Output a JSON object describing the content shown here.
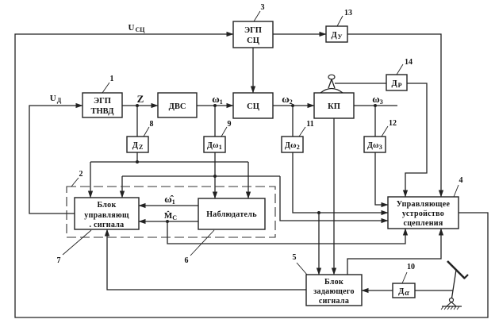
{
  "colors": {
    "line": "#222222",
    "background": "#ffffff"
  },
  "signals": {
    "u_sc": {
      "main": "U",
      "sub": "СЦ"
    },
    "u_d": {
      "main": "U",
      "sub": "Д"
    },
    "z": {
      "main": "Z"
    },
    "omega1": {
      "main": "ω",
      "sub": "1"
    },
    "omega2": {
      "main": "ω",
      "sub": "2"
    },
    "omega3": {
      "main": "ω",
      "sub": "3"
    },
    "omega1_est": {
      "main": "ω̂",
      "sub": "1"
    },
    "mc_est": {
      "main": "M̂",
      "sub": "C"
    }
  },
  "blocks": {
    "egp_tnvd": {
      "number": "1",
      "lines": [
        "ЭГП",
        "ТНВД"
      ]
    },
    "dvs": {
      "label": "ДВС"
    },
    "egp_sc": {
      "number": "3",
      "lines": [
        "ЭГП",
        "СЦ"
      ]
    },
    "sc": {
      "label": "СЦ"
    },
    "kp": {
      "label": "КП"
    },
    "control_signal": {
      "number": "7",
      "lines": [
        "Блок",
        "управляющ",
        ". сигнала"
      ]
    },
    "observer": {
      "number": "6",
      "label": "Наблюдатель"
    },
    "clutch_controller": {
      "number": "4",
      "lines": [
        "Управляющее",
        "устройство",
        "сцепления"
      ]
    },
    "reference_signal": {
      "number": "5",
      "lines": [
        "Блок",
        "задающего",
        "сигнала"
      ]
    }
  },
  "group": {
    "number": "2"
  },
  "sensors": {
    "dz": {
      "number": "8",
      "main": "Д",
      "sub": "Z"
    },
    "dw1": {
      "number": "9",
      "main": "Дω",
      "sub": "1"
    },
    "dw2": {
      "number": "11",
      "main": "Дω",
      "sub": "2"
    },
    "dw3": {
      "number": "12",
      "main": "Дω",
      "sub": "3"
    },
    "dy": {
      "number": "13",
      "main": "Д",
      "sub": "У"
    },
    "dr": {
      "number": "14",
      "main": "Д",
      "sub": "Р"
    },
    "da": {
      "number": "10",
      "main": "Д",
      "sub": "α"
    }
  }
}
